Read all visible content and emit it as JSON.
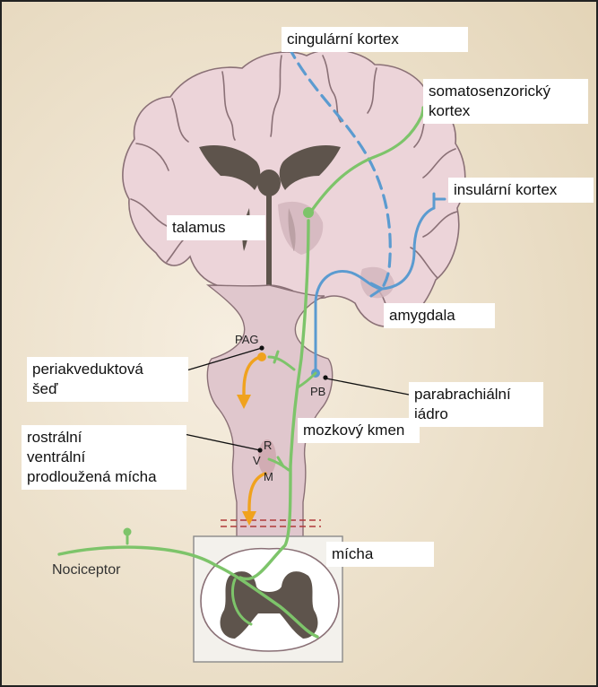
{
  "diagram": {
    "labels": {
      "cingulate": "cingulární kortex",
      "somatosensory_line1": "somatosenzorický",
      "somatosensory_line2": "kortex",
      "insular": "insulární kortex",
      "thalamus": "talamus",
      "amygdala": "amygdala",
      "pag_line1": "periakveduktová",
      "pag_line2": "šeď",
      "parabrachial_line1": "parabrachiální",
      "parabrachial_line2": "jádro",
      "brainstem": "mozkový kmen",
      "rvm_line1": "rostrální",
      "rvm_line2": "ventrální",
      "rvm_line3": "prodloužená mícha",
      "spinal_cord": "mícha",
      "nociceptor": "Nociceptor"
    },
    "markers": {
      "pag": "PAG",
      "pb": "PB",
      "rvm_r": "R",
      "rvm_v": "V",
      "rvm_m": "M"
    },
    "colors": {
      "background": "#ede3cf",
      "brain_fill": "#ecd4d9",
      "brain_stroke": "#8a7076",
      "ventricle": "#5e544c",
      "brainstem_fill": "#e0c7cd",
      "ascending_pathway": "#7dc46a",
      "affective_pathway": "#5b9bd0",
      "descending_modulation": "#f0a21e",
      "cut_line": "#b03a3a"
    }
  }
}
